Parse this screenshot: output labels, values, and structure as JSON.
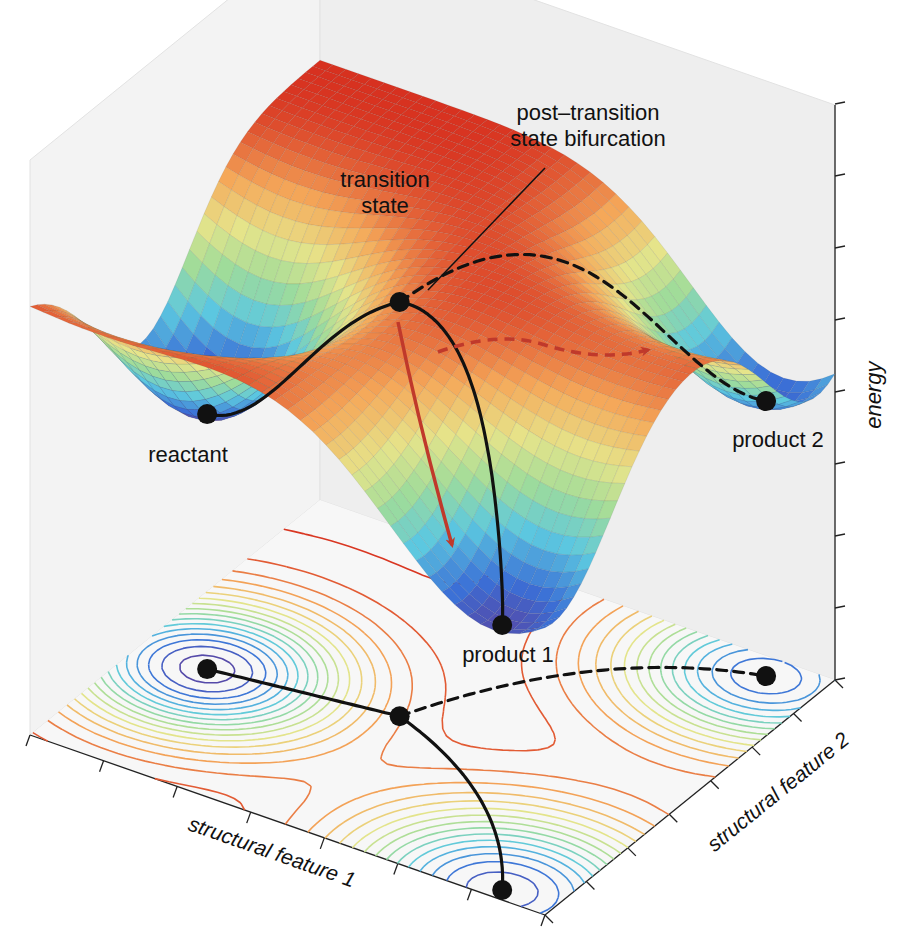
{
  "diagram": {
    "labels": [
      "transition state",
      "post–transition state bifurcation",
      "reactant",
      "product 1",
      "product 2",
      "energy",
      "structural feature 1",
      "structural feature 2"
    ]
  }
}
